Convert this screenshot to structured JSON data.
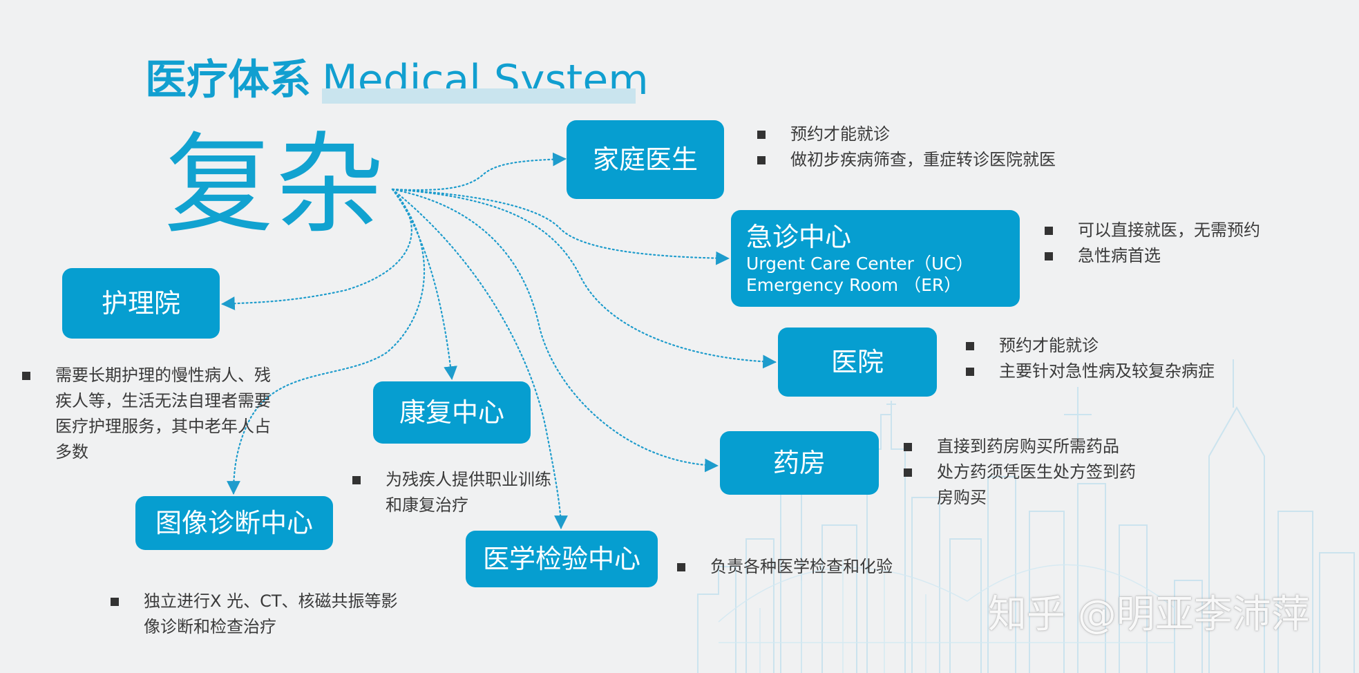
{
  "title": {
    "cn": "医疗体系",
    "en": "Medical System"
  },
  "center_word": "复杂",
  "nodes": {
    "family_doctor": {
      "label": "家庭医生",
      "notes": [
        "预约才能就诊",
        "做初步疾病筛查，重症转诊医院就医"
      ]
    },
    "urgent_care": {
      "label": "急诊中心",
      "line2": "Urgent Care Center（UC）",
      "line3": "Emergency Room （ER）",
      "notes": [
        "可以直接就医，无需预约",
        "急性病首选"
      ]
    },
    "hospital": {
      "label": "医院",
      "notes": [
        "预约才能就诊",
        "主要针对急性病及较复杂病症"
      ]
    },
    "pharmacy": {
      "label": "药房",
      "notes": [
        "直接到药房购买所需药品",
        "处方药须凭医生处方签到药房购买"
      ]
    },
    "nursing_home": {
      "label": "护理院",
      "notes": [
        "需要长期护理的慢性病人、残疾人等，生活无法自理者需要医疗护理服务，其中老年人占多数"
      ]
    },
    "rehab": {
      "label": "康复中心",
      "notes": [
        "为残疾人提供职业训练和康复治疗"
      ]
    },
    "imaging": {
      "label": "图像诊断中心",
      "notes": [
        "独立进行X 光、CT、核磁共振等影像诊断和检查治疗"
      ]
    },
    "lab": {
      "label": "医学检验中心",
      "notes": [
        "负责各种医学检查和化验"
      ]
    }
  },
  "watermark": "知乎 @明亚李沛萍",
  "colors": {
    "accent": "#069ed0",
    "title": "#119fd0",
    "arrow": "#1e9ccc",
    "text": "#3a3a3a",
    "background": "#f0f1f2"
  }
}
